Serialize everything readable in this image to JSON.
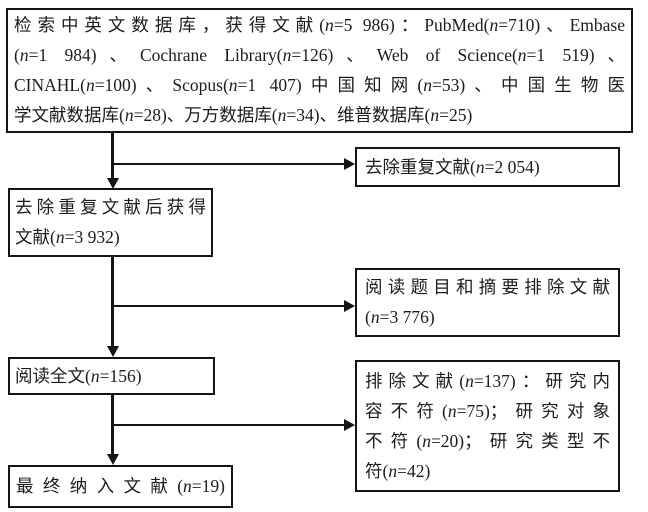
{
  "colors": {
    "border": "#141414",
    "text": "#1c1c1c",
    "background": "#ffffff"
  },
  "flowchart": {
    "boxes": {
      "search": {
        "lines": [
          "检索中英文数据库，获得文献(n=5 986)：PubMed(n=710)、Embase",
          "(n=1 984)、Cochrane Library(n=126)、Web of Science(n=1 519)、",
          "CINAHL(n=100)、Scopus(n=1 407)中国知网(n=53)、中国生物医",
          "学文献数据库(n=28)、万方数据库(n=34)、维普数据库(n=25)"
        ]
      },
      "duplicates_removed": {
        "label": "去除重复文献(n=2 054)"
      },
      "after_dedup": {
        "lines": [
          "去除重复文献后获得",
          "文献(n=3 932)"
        ]
      },
      "title_abstract_excluded": {
        "lines": [
          "阅读题目和摘要排除文献",
          "(n=3 776)"
        ]
      },
      "full_text": {
        "label": "阅读全文(n=156)"
      },
      "full_text_excluded": {
        "lines": [
          "排除文献(n=137)：研究内",
          "容不符(n=75)；研究对象",
          "不符(n=20)；研究类型不",
          "符(n=42)"
        ]
      },
      "included": {
        "label": "最终纳入文献(n=19)"
      }
    }
  }
}
